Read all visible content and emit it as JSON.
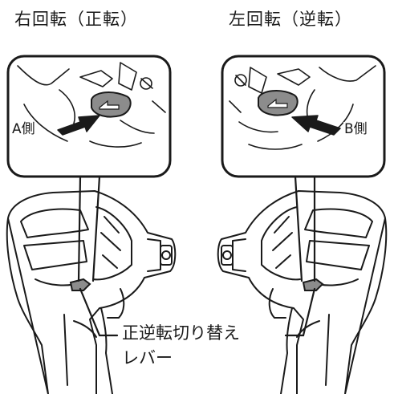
{
  "titles": {
    "left": "右回転（正転）",
    "right": "左回転（逆転）"
  },
  "side_labels": {
    "left": "A側",
    "right": "B側"
  },
  "callout": {
    "line1": "正逆転切り替え",
    "line2": "レバー"
  },
  "colors": {
    "ink": "#1a1a1a",
    "lever_fill": "#8c8c8c",
    "background": "#ffffff"
  },
  "icons": {
    "left_arrow": "arrow-right-icon",
    "right_arrow": "arrow-left-icon"
  }
}
